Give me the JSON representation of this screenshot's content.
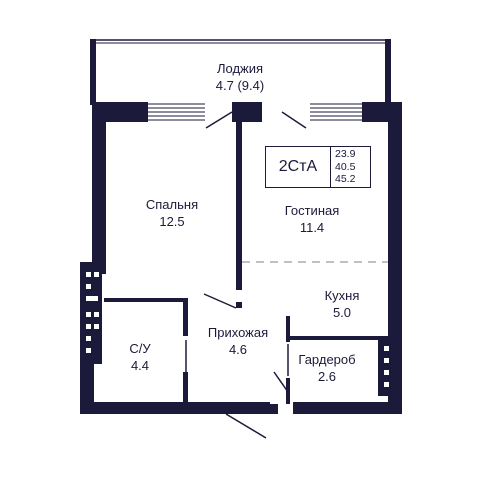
{
  "apartment": {
    "type_code": "2СтА",
    "areas": [
      "23.9",
      "40.5",
      "45.2"
    ]
  },
  "rooms": {
    "loggia": {
      "name": "Лоджия",
      "area": "4.7 (9.4)"
    },
    "bedroom": {
      "name": "Спальня",
      "area": "12.5"
    },
    "living": {
      "name": "Гостиная",
      "area": "11.4"
    },
    "kitchen": {
      "name": "Кухня",
      "area": "5.0"
    },
    "hallway": {
      "name": "Прихожая",
      "area": "4.6"
    },
    "bathroom": {
      "name": "С/У",
      "area": "4.4"
    },
    "wardrobe": {
      "name": "Гардероб",
      "area": "2.6"
    }
  },
  "colors": {
    "wall": "#1b1a3a",
    "background": "#ffffff",
    "thin_line": "#1b1a3a",
    "dashed_line": "#9a99ab"
  }
}
